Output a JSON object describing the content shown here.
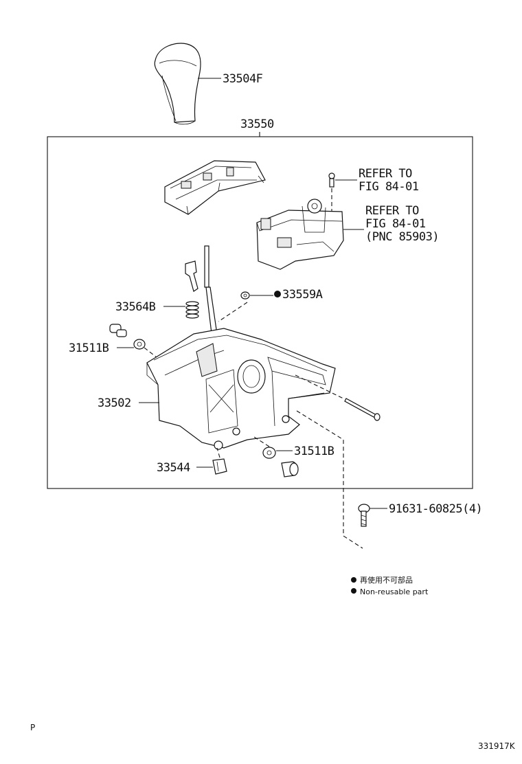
{
  "parts": {
    "knob": "33504F",
    "assembly": "33550",
    "refer1_line1": "REFER TO",
    "refer1_line2": "FIG 84-01",
    "refer2_line1": "REFER TO",
    "refer2_line2": "FIG 84-01",
    "refer2_line3": "(PNC 85903)",
    "cushion": "33559A",
    "spring": "33564B",
    "bushing_left": "31511B",
    "housing": "33502",
    "bushing_right": "31511B",
    "clip": "33544",
    "bolt": "91631-60825(4)"
  },
  "legend": {
    "jp": "再使用不可部品",
    "en": "Non-reusable part"
  },
  "footer": {
    "left": "P",
    "code": "331917K"
  }
}
